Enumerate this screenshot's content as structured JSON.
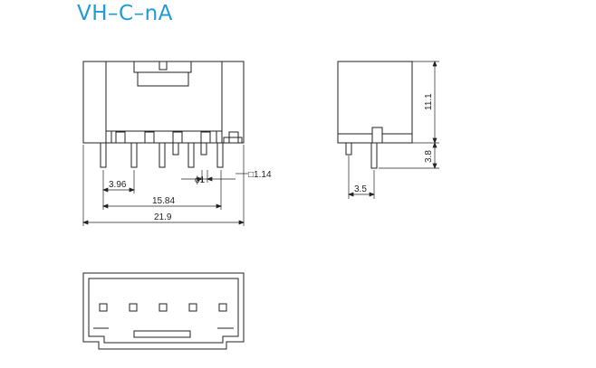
{
  "title": "VH–C–nA",
  "front_view": {
    "dim_pitch": "3.96",
    "dim_pin_dia": "ϕ1",
    "dim_pin_square": "□1.14",
    "dim_span": "15.84",
    "dim_width": "21.9"
  },
  "side_view": {
    "dim_body_height": "11.1",
    "dim_pin_length": "3.8",
    "dim_offset": "3.5"
  },
  "bottom_view": {
    "pin_count": 5
  }
}
